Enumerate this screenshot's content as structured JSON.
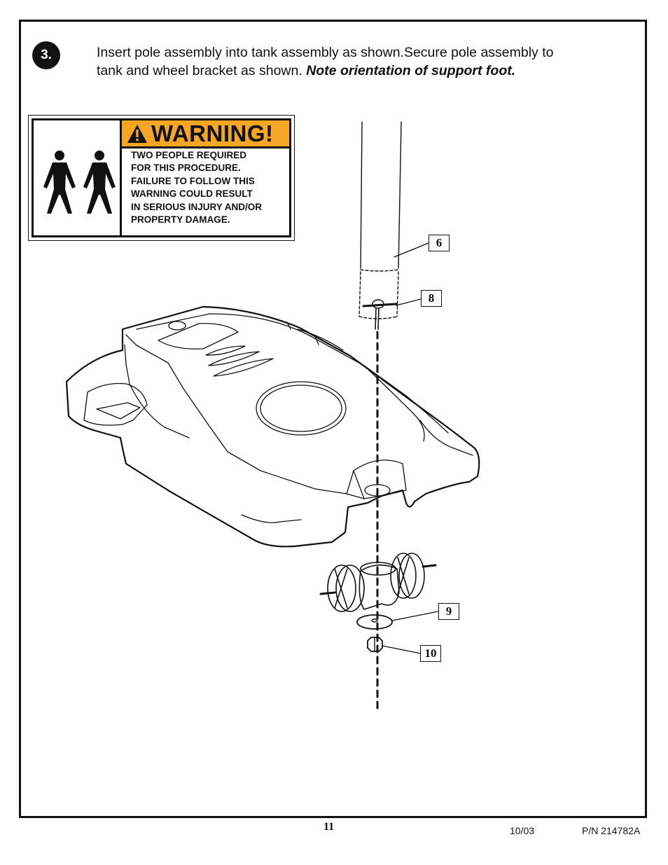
{
  "step": {
    "number": "3."
  },
  "instructions": {
    "text": "Insert pole assembly into tank assembly as shown.Secure pole assembly to tank and wheel bracket as shown.",
    "emphasis": "Note orientation of support foot."
  },
  "warning": {
    "heading": "WARNING!",
    "lines": [
      "TWO PEOPLE REQUIRED",
      "FOR THIS PROCEDURE.",
      "FAILURE TO FOLLOW THIS",
      "WARNING COULD RESULT",
      "IN SERIOUS INJURY AND/OR",
      "PROPERTY DAMAGE."
    ],
    "colors": {
      "header": "#f5a623",
      "ink": "#111111"
    },
    "icons": [
      "alert-triangle-icon",
      "two-people-icon"
    ]
  },
  "callouts": {
    "pole": "6",
    "pin": "8",
    "washer": "9",
    "nut": "10"
  },
  "footer": {
    "page": "11",
    "date": "10/03",
    "part_number": "P/N 214782A"
  }
}
